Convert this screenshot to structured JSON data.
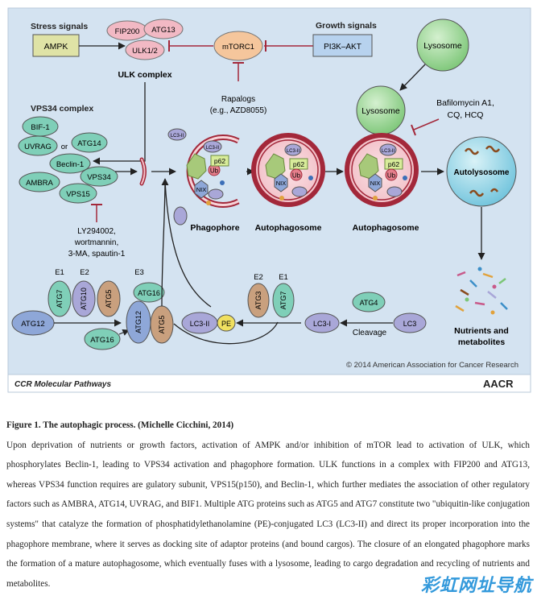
{
  "figure": {
    "footer_left": "CCR Molecular Pathways",
    "footer_right": "AACR",
    "copyright": "© 2014 American Association for Cancer Research",
    "stress_signals": "Stress signals",
    "ampk": "AMPK",
    "growth_signals": "Growth signals",
    "pi3k_akt": "PI3K–AKT",
    "fip200": "FIP200",
    "atg13": "ATG13",
    "ulk12": "ULK1/2",
    "ulk_complex": "ULK complex",
    "mtorc1": "mTORC1",
    "rapalogs": "Rapalogs",
    "rapalogs_eg": "(e.g., AZD8055)",
    "vps34_complex": "VPS34 complex",
    "bif1": "BIF-1",
    "uvrag": "UVRAG",
    "or": "or",
    "atg14": "ATG14",
    "beclin1": "Beclin-1",
    "ambra": "AMBRA",
    "vps34": "VPS34",
    "vps15": "VPS15",
    "inhibitors": [
      "LY294002,",
      "wortmannin,",
      "3-MA, spautin-1"
    ],
    "lysosome": "Lysosome",
    "bafilomycin": [
      "Bafilomycin A1,",
      "CQ, HCQ"
    ],
    "autolysosome": "Autolysosome",
    "phagophore": "Phagophore",
    "autophagosome": "Autophagosome",
    "lc3_ii": "LC3-II",
    "p62": "p62",
    "ub": "Ub",
    "nix": "NIX",
    "nutrients": [
      "Nutrients and",
      "metabolites"
    ],
    "e1": "E1",
    "e2": "E2",
    "e3": "E3",
    "atg7": "ATG7",
    "atg10": "ATG10",
    "atg5": "ATG5",
    "atg12": "ATG12",
    "atg16": "ATG16",
    "atg3": "ATG3",
    "atg4": "ATG4",
    "pe": "PE",
    "lc3_i": "LC3-I",
    "lc3": "LC3",
    "cleavage": "Cleavage"
  },
  "caption": {
    "title": "Figure 1. The autophagic process. (Michelle Cicchini, 2014)",
    "body": "Upon deprivation of nutrients or growth factors, activation of AMPK and/or inhibition of mTOR lead to activation of ULK, which phosphorylates Beclin-1, leading to VPS34 activation and phagophore formation. ULK functions in a complex with FIP200 and ATG13, whereas VPS34 function requires are gulatory subunit, VPS15(p150), and Beclin-1, which further mediates the association of other regulatory factors such as AMBRA, ATG14, UVRAG, and BIF1. Multiple ATG proteins such as ATG5 and ATG7 constitute two \"ubiquitin-like conjugation systems\" that catalyze the formation of phosphatidylethanolamine (PE)-conjugated LC3 (LC3-II) and direct its proper incorporation into the phagophore membrane, where it serves as docking site of adaptor proteins (and bound cargos). The closure of an elongated phagophore marks the formation of a mature autophagosome, which eventually fuses with a lysosome, leading to cargo degradation and recycling of nutrients and metabolites."
  },
  "watermark": "彩虹网址导航",
  "colors": {
    "panel_bg": "#d4e3f1",
    "teal": "#7fcfb8",
    "pink": "#f2b9c4",
    "purple": "#a9a7d8",
    "brown": "#c9a07e",
    "lysosome_green": "#9fd39a",
    "inhibitor_red": "#a3283a"
  }
}
